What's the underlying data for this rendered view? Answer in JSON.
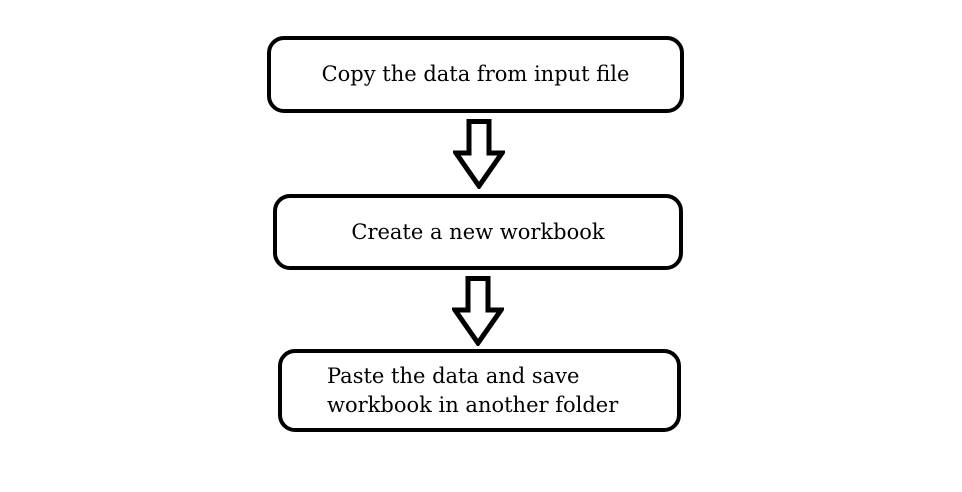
{
  "page": {
    "background_color": "#ffffff"
  },
  "flowchart": {
    "style": {
      "stroke_color": "#000000",
      "fill_color": "#ffffff",
      "text_color": "#000000"
    },
    "nodes": [
      {
        "id": "copy-data",
        "shape": "rounded-rectangle",
        "text": "Copy the data from input file",
        "lines": [
          "Copy the data from input file"
        ],
        "text_align": "center"
      },
      {
        "id": "create-workbook",
        "shape": "rounded-rectangle",
        "text": "Create a new workbook",
        "lines": [
          "Create a new workbook"
        ],
        "text_align": "center"
      },
      {
        "id": "paste-save",
        "shape": "rounded-rectangle",
        "text": "Paste the data and save workbook in another folder",
        "lines": [
          "Paste the data and save",
          "workbook in another folder"
        ],
        "text_align": "left"
      }
    ],
    "connectors": [
      {
        "from": "copy-data",
        "to": "create-workbook",
        "shape": "block-arrow-down"
      },
      {
        "from": "create-workbook",
        "to": "paste-save",
        "shape": "block-arrow-down"
      }
    ]
  }
}
